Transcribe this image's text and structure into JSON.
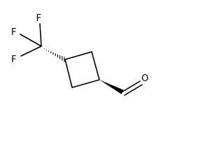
{
  "molecule": {
    "atoms": {
      "f_top": "F",
      "f_left": "F",
      "f_bottom": "F",
      "oxygen": "O"
    }
  }
}
